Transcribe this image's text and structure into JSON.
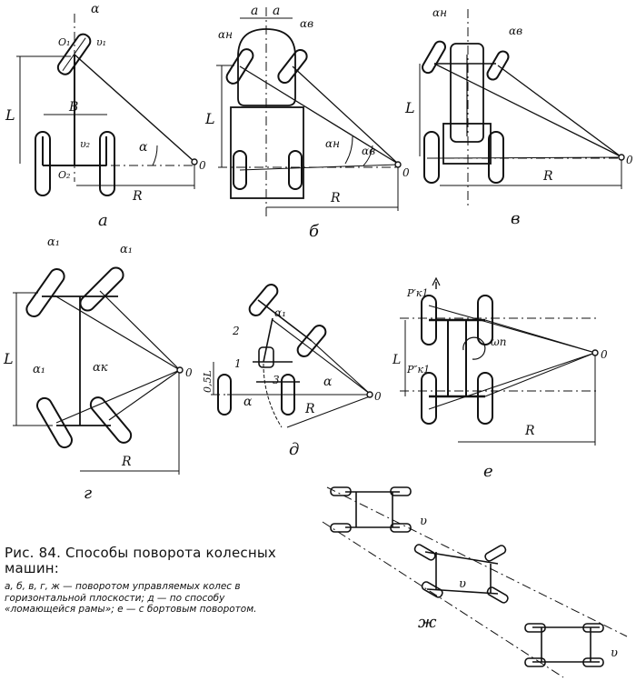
{
  "figure": {
    "caption_title": "Рис. 84. Способы поворота колесных машин:",
    "caption_body": "а, б, в, г, ж — поворотом управляемых колес в горизонтальной плоскости; д — по способу «ломающейся рамы»; е — с бортовым поворотом.",
    "panel_labels": {
      "a": "а",
      "b": "б",
      "v": "в",
      "g": "г",
      "d": "д",
      "e": "е",
      "zh": "ж"
    },
    "center_label": "0",
    "symbols": {
      "L": "L",
      "B": "B",
      "R": "R",
      "a": "a",
      "alpha": "α",
      "alpha_1": "α₁",
      "alpha_n": "αн",
      "alpha_v": "αв",
      "alpha_k": "αк",
      "O1": "O₁",
      "O2": "O₂",
      "v1": "υ₁",
      "v2": "υ₂",
      "v": "υ",
      "omega_n": "ωп",
      "pk1_top": "P′к1",
      "pk1_bottom": "P″к1",
      "half_L": "0,5L",
      "n1": "1",
      "n2": "2",
      "n3": "3"
    }
  }
}
